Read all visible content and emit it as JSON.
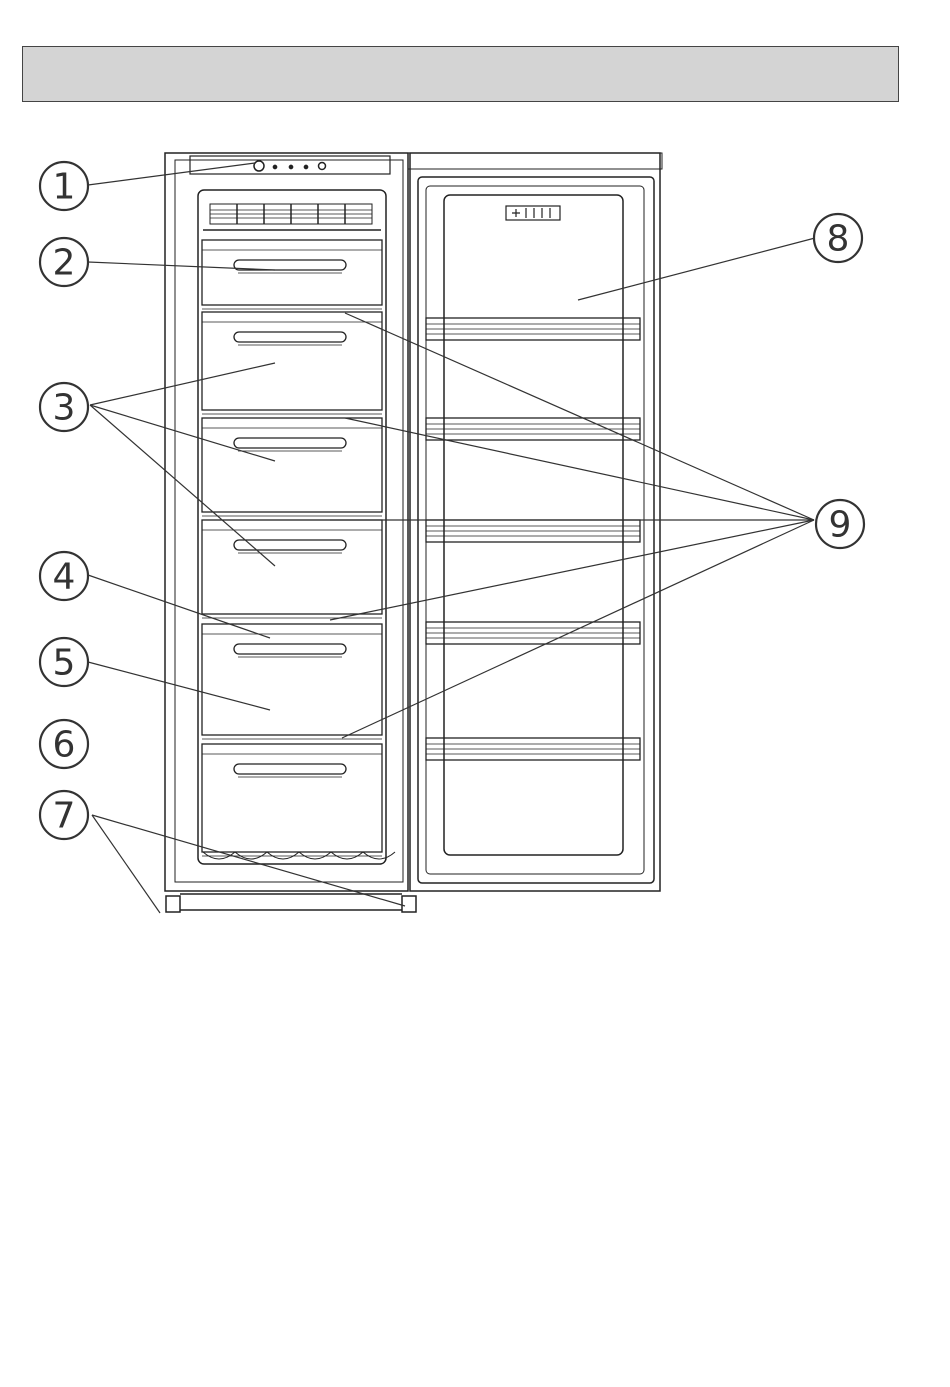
{
  "callouts": [
    {
      "id": "1",
      "label": "1"
    },
    {
      "id": "2",
      "label": "2"
    },
    {
      "id": "3",
      "label": "3"
    },
    {
      "id": "4",
      "label": "4"
    },
    {
      "id": "5",
      "label": "5"
    },
    {
      "id": "6",
      "label": "6"
    },
    {
      "id": "7",
      "label": "7"
    },
    {
      "id": "8",
      "label": "8"
    },
    {
      "id": "9",
      "label": "9"
    }
  ],
  "diagram": {
    "drawer_count": 6,
    "door_shelf_count": 5,
    "line_color": "#222222",
    "title_bar_color": "#d4d4d4"
  }
}
